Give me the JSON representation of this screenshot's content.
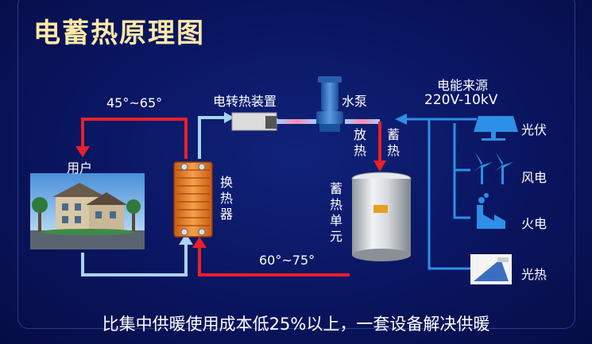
{
  "title": "电蓄热原理图",
  "labels": {
    "temp_top": "45°~65°",
    "user": "用户",
    "heat_exchanger": "换热器",
    "converter": "电转热装置",
    "pump": "水泵",
    "discharge": "放热",
    "charge": "蓄热",
    "storage_unit": "蓄热单元",
    "temp_bottom": "60°~75°",
    "power_source": "电能来源",
    "voltage": "220V-10kV"
  },
  "sources": [
    {
      "label": "光伏",
      "icon": "solar-panel-icon"
    },
    {
      "label": "风电",
      "icon": "wind-turbine-icon"
    },
    {
      "label": "火电",
      "icon": "power-plant-icon"
    },
    {
      "label": "光热",
      "icon": "solar-thermal-icon"
    }
  ],
  "caption": "比集中供暖使用成本低25%以上，一套设备解决供暖",
  "colors": {
    "hot_pipe": "#e8202a",
    "cold_pipe": "#a8d4f5",
    "power_line": "#2d8fe6",
    "exchanger": "#e8842a",
    "title": "#ffe9a8"
  }
}
